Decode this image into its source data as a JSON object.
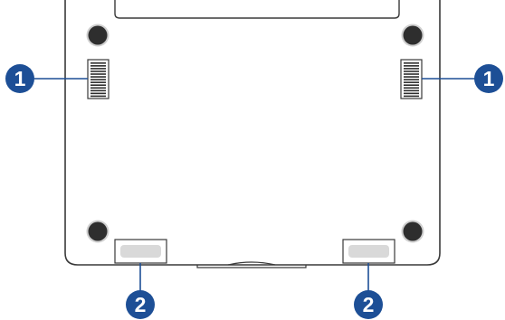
{
  "callouts": {
    "vent_left": "1",
    "vent_right": "1",
    "speaker_left": "2",
    "speaker_right": "2"
  },
  "colors": {
    "outline": "#3a3a3a",
    "callout_fill": "#1d4f96",
    "foot_fill": "#2e2e2e",
    "foot_ring": "#cfcfcf",
    "grille_fill": "#d9d9d9",
    "background": "#ffffff"
  }
}
